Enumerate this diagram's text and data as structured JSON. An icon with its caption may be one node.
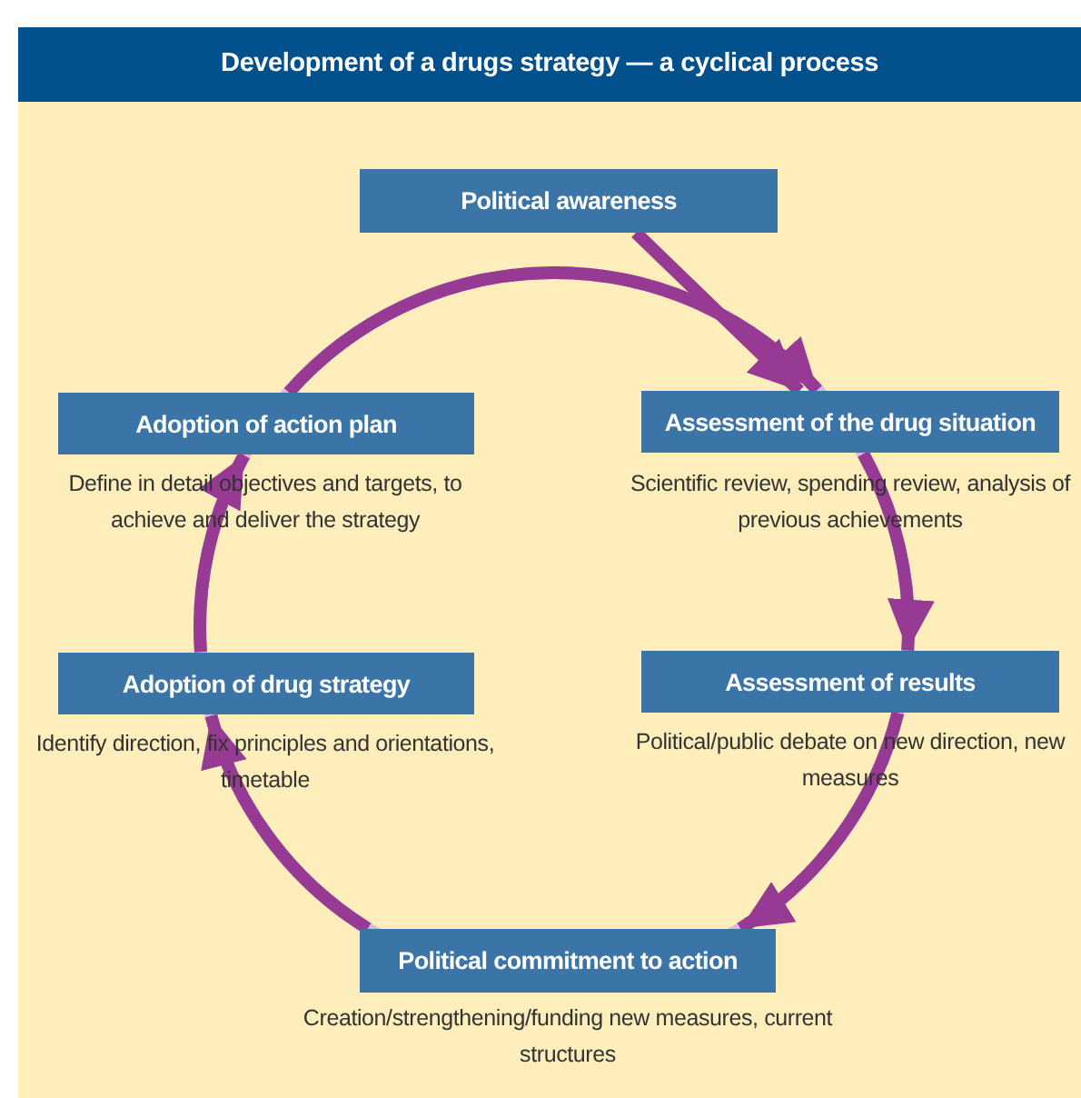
{
  "diagram": {
    "title": "Development of a drugs strategy — a cyclical process",
    "nodes": [
      {
        "text": [
          "Political awareness"
        ]
      },
      {
        "text": [
          "Adoption of action plan"
        ],
        "beside": [
          "Define in detail objectives and targets, to achieve and deliver the strategy"
        ]
      },
      {
        "text": [
          "Assessment of the drug situation"
        ],
        "beside": [
          "Scientific review, spending review, analysis of previous achievements"
        ]
      },
      {
        "text": [
          "Adoption of drug strategy"
        ],
        "beside": [
          "Identify direction, fix principles and orientations, timetable"
        ]
      },
      {
        "text": [
          "Assessment of results"
        ],
        "beside": [
          "Political/public debate on new direction, new measures"
        ]
      },
      {
        "text": [
          "Political commitment to action"
        ],
        "beside": [
          "Creation/strengthening/funding new measures, current structures"
        ]
      }
    ],
    "edges": [
      {
        "from": 0,
        "to": 2,
        "arrow": "to"
      },
      {
        "from": 1,
        "to": 2,
        "arrow": "to"
      },
      {
        "from": 2,
        "to": 4,
        "arrow": "to"
      },
      {
        "from": 4,
        "to": 5,
        "arrow": "to"
      },
      {
        "from": 5,
        "to": 3,
        "arrow": "to"
      },
      {
        "from": 3,
        "to": 1,
        "arrow": "to"
      }
    ]
  }
}
